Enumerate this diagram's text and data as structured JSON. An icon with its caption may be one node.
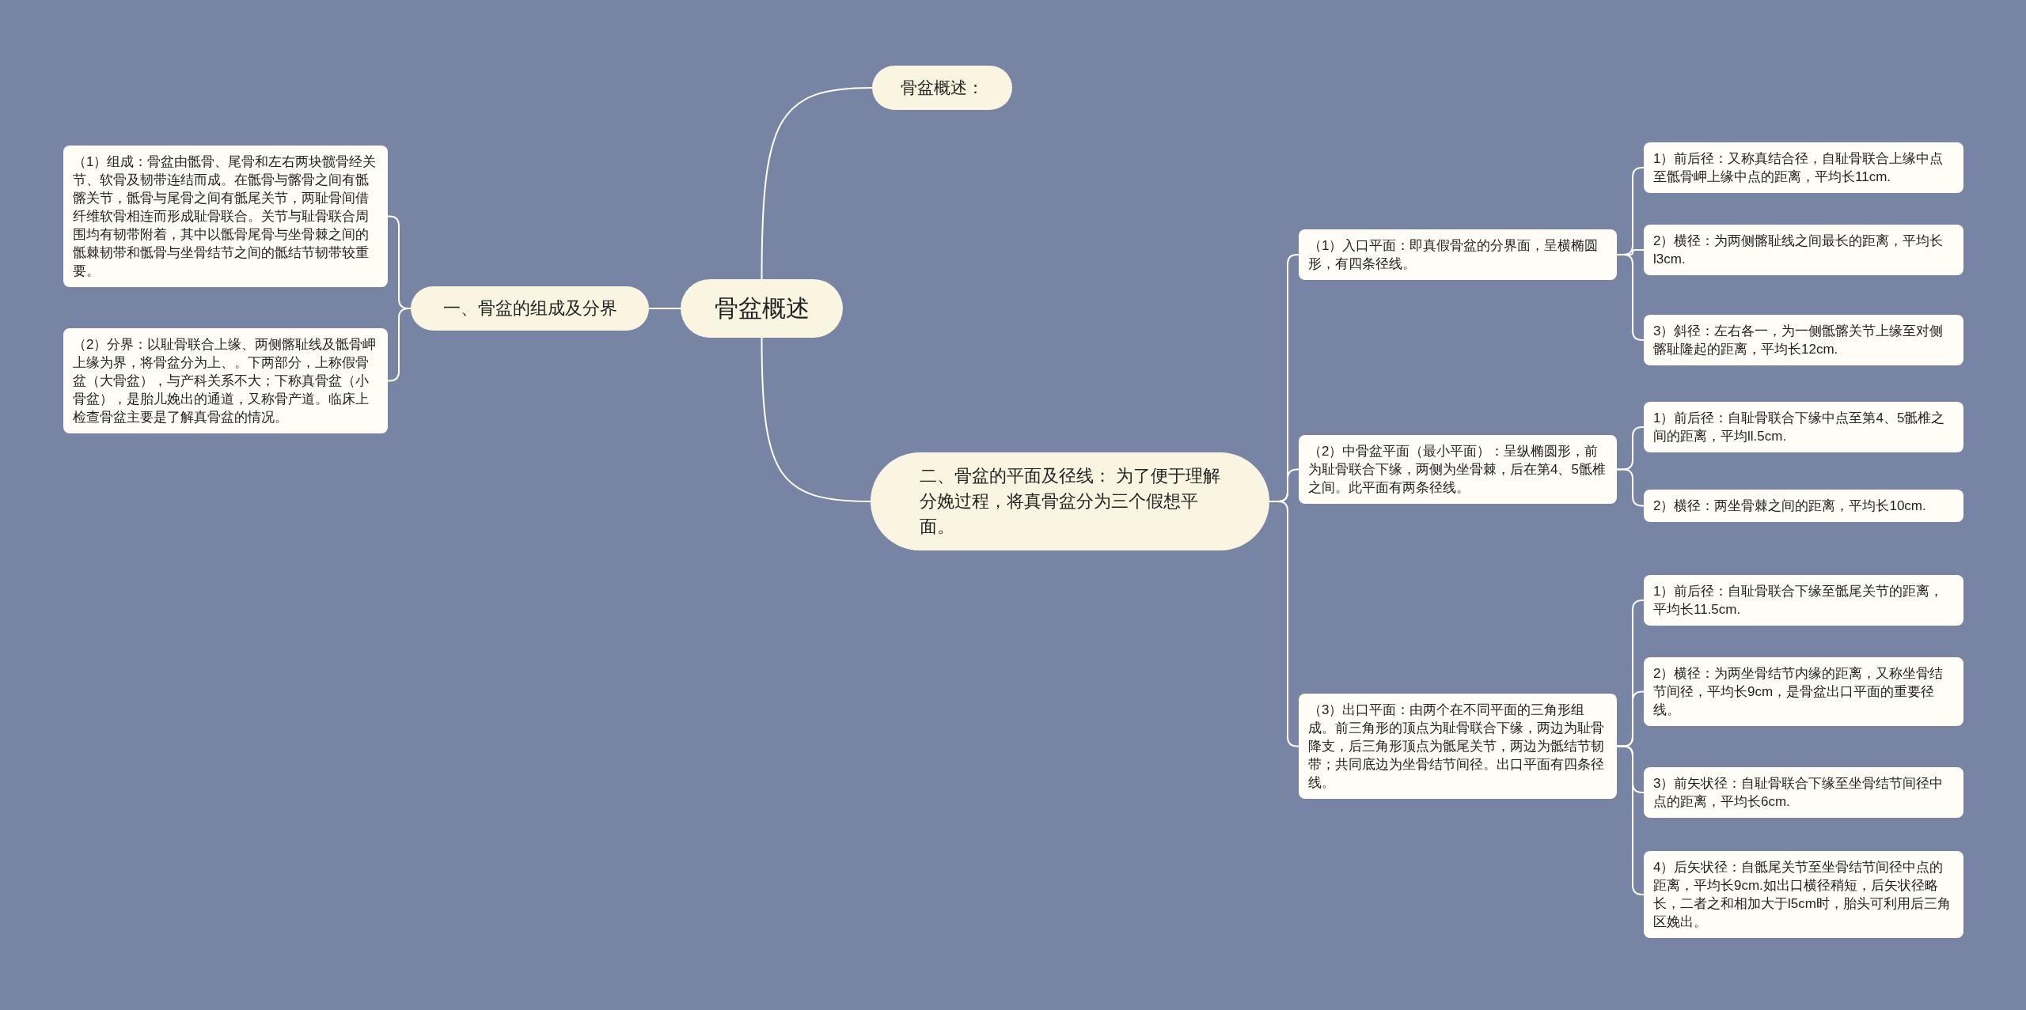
{
  "diagram": {
    "nodes": [
      {
        "text": [
          "骨盆概述"
        ]
      },
      {
        "text": [
          "骨盆概述："
        ]
      },
      {
        "text": [
          "一、骨盆的组成及分界"
        ]
      },
      {
        "text": [
          "（1）组成：骨盆由骶骨、尾骨和左右两块髋骨经关节、软骨及韧带连结而成。在骶骨与髂骨之间有骶髂关节，骶骨与尾骨之间有骶尾关节，两耻骨间借纤维软骨相连而形成耻骨联合。关节与耻骨联合周围均有韧带附着，其中以骶骨尾骨与坐骨棘之间的骶棘韧带和骶骨与坐骨结节之间的骶结节韧带较重要。"
        ]
      },
      {
        "text": [
          "（2）分界：以耻骨联合上缘、两侧髂耻线及骶骨岬上缘为界，将骨盆分为上、。下两部分，上称假骨盆（大骨盆），与产科关系不大；下称真骨盆（小骨盆），是胎儿娩出的通道，又称骨产道。临床上检查骨盆主要是了解真骨盆的情况。"
        ]
      },
      {
        "text": [
          "二、骨盆的平面及径线： 为了便于理解分娩过程，将真骨盆分为三个假想平面。"
        ]
      },
      {
        "text": [
          "（1）入口平面：即真假骨盆的分界面，呈横椭圆形，有四条径线。"
        ]
      },
      {
        "text": [
          "1）前后径：又称真结合径，自耻骨联合上缘中点至骶骨岬上缘中点的距离，平均长11cm."
        ]
      },
      {
        "text": [
          "2）横径：为两侧髂耻线之间最长的距离，平均长l3cm."
        ]
      },
      {
        "text": [
          "3）斜径：左右各一，为一侧骶髂关节上缘至对侧髂耻隆起的距离，平均长12cm."
        ]
      },
      {
        "text": [
          "（2）中骨盆平面（最小平面）：呈纵椭圆形，前为耻骨联合下缘，两侧为坐骨棘，后在第4、5骶椎之间。此平面有两条径线。"
        ]
      },
      {
        "text": [
          "1）前后径：自耻骨联合下缘中点至第4、5骶椎之间的距离，平均ll.5cm."
        ]
      },
      {
        "text": [
          "2）横径：两坐骨棘之间的距离，平均长10cm."
        ]
      },
      {
        "text": [
          "（3）出口平面：由两个在不同平面的三角形组成。前三角形的顶点为耻骨联合下缘，两边为耻骨降支，后三角形顶点为骶尾关节，两边为骶结节韧带；共同底边为坐骨结节间径。出口平面有四条径线。"
        ]
      },
      {
        "text": [
          "1）前后径：自耻骨联合下缘至骶尾关节的距离，平均长11.5cm."
        ]
      },
      {
        "text": [
          "2）横径：为两坐骨结节内缘的距离，又称坐骨结节间径，平均长9cm，是骨盆出口平面的重要径线。"
        ]
      },
      {
        "text": [
          "3）前矢状径：自耻骨联合下缘至坐骨结节间径中点的距离，平均长6cm."
        ]
      },
      {
        "text": [
          "4）后矢状径：自骶尾关节至坐骨结节间径中点的距离，平均长9cm.如出口横径稍短，后矢状径略长，二者之和相加大于l5cm时，胎头可利用后三角区娩出。"
        ]
      }
    ],
    "edges": [
      {
        "from": 0,
        "to": 1,
        "arrow": "none"
      },
      {
        "from": 0,
        "to": 2,
        "arrow": "none"
      },
      {
        "from": 2,
        "to": 3,
        "arrow": "none"
      },
      {
        "from": 2,
        "to": 4,
        "arrow": "none"
      },
      {
        "from": 0,
        "to": 5,
        "arrow": "none"
      },
      {
        "from": 5,
        "to": 6,
        "arrow": "none"
      },
      {
        "from": 6,
        "to": 7,
        "arrow": "none"
      },
      {
        "from": 6,
        "to": 8,
        "arrow": "none"
      },
      {
        "from": 6,
        "to": 9,
        "arrow": "none"
      },
      {
        "from": 5,
        "to": 10,
        "arrow": "none"
      },
      {
        "from": 10,
        "to": 11,
        "arrow": "none"
      },
      {
        "from": 10,
        "to": 12,
        "arrow": "none"
      },
      {
        "from": 5,
        "to": 13,
        "arrow": "none"
      },
      {
        "from": 13,
        "to": 14,
        "arrow": "none"
      },
      {
        "from": 13,
        "to": 15,
        "arrow": "none"
      },
      {
        "from": 13,
        "to": 16,
        "arrow": "none"
      },
      {
        "from": 13,
        "to": 17,
        "arrow": "none"
      }
    ]
  }
}
